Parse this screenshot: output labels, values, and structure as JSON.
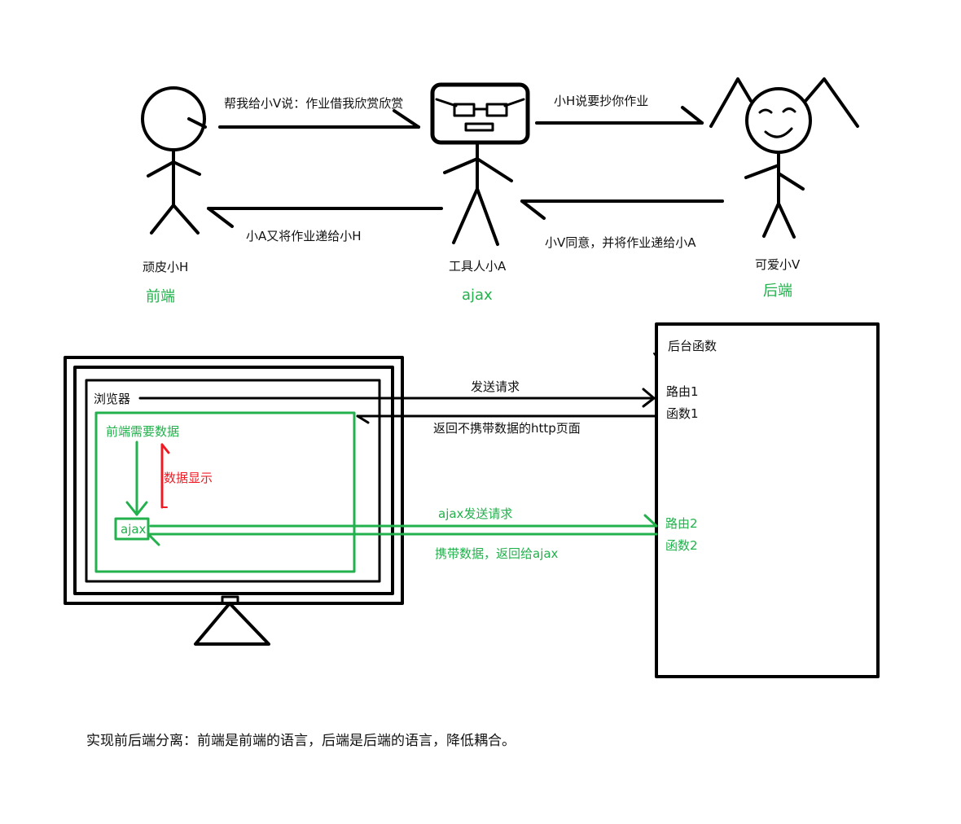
{
  "colors": {
    "green": "#22b14c",
    "red": "#ed1c24",
    "black": "#000000"
  },
  "story": {
    "h_to_a": "帮我给小V说：作业借我欣赏欣赏",
    "a_to_v": "小H说要抄你作业",
    "a_to_h": "小A又将作业递给小H",
    "v_to_a": "小V同意，并将作业递给小A",
    "h_name": "顽皮小H",
    "a_name": "工具人小A",
    "v_name": "可爱小V",
    "h_role": "前端",
    "a_role": "ajax",
    "v_role": "后端"
  },
  "browser": {
    "label": "浏览器",
    "frontend_needs": "前端需要数据",
    "data_display": "数据显示",
    "ajax_box": "ajax"
  },
  "backend": {
    "title": "后台函数",
    "route1": "路由1",
    "func1": "函数1",
    "route2": "路由2",
    "func2": "函数2"
  },
  "flows": {
    "send_request": "发送请求",
    "return_page": "返回不携带数据的http页面",
    "ajax_send": "ajax发送请求",
    "carry_data": "携带数据，返回给ajax"
  },
  "summary": "实现前后端分离：前端是前端的语言，后端是后端的语言，降低耦合。"
}
